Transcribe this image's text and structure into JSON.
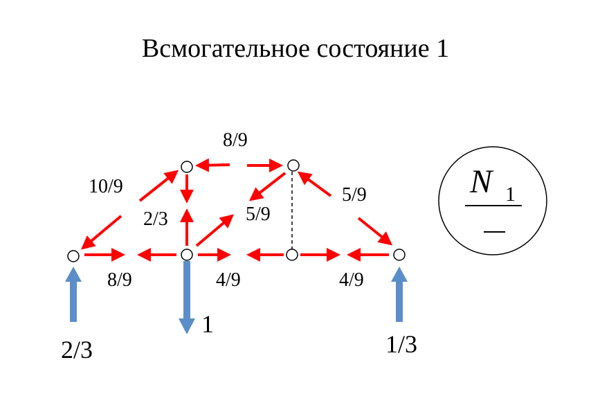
{
  "title": "Всмогательное состояние 1",
  "colors": {
    "force_arrow": "#ff0000",
    "reaction_arrow": "#5b8ec8",
    "node": "#000000",
    "background": "#ffffff"
  },
  "member_labels": {
    "top_chord": "8/9",
    "left_diagonal": "10/9",
    "left_vertical": "2/3",
    "middle_diagonal": "5/9",
    "right_diagonal": "5/9",
    "bottom_left": "8/9",
    "bottom_middle": "4/9",
    "bottom_right": "4/9"
  },
  "loads": {
    "applied_load": "1",
    "left_reaction": "2/3",
    "right_reaction": "1/3"
  },
  "legend": {
    "symbol": "N",
    "subscript": "1"
  }
}
